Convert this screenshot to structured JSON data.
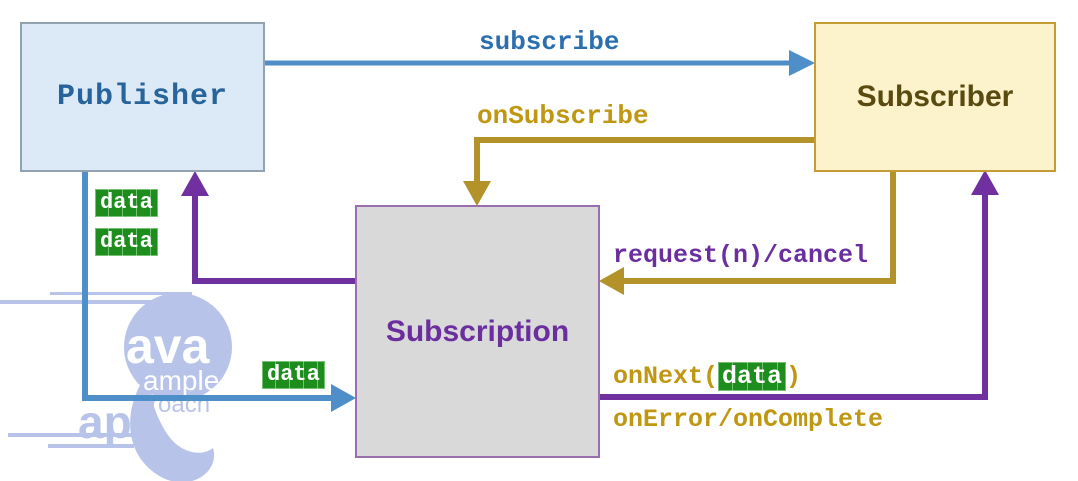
{
  "diagram": {
    "nodes": {
      "publisher": {
        "label": "Publisher"
      },
      "subscriber": {
        "label": "Subscriber"
      },
      "subscription": {
        "label": "Subscription"
      }
    },
    "edges": {
      "subscribe": {
        "label": "subscribe",
        "from": "publisher",
        "to": "subscriber",
        "color": "#4e8ec9"
      },
      "on_subscribe": {
        "label": "onSubscribe",
        "from": "subscriber",
        "to": "subscription",
        "color": "#b3922a"
      },
      "request_cancel": {
        "label": "request(n)/cancel",
        "from": "subscriber",
        "to": "subscription",
        "color": "#b3922a"
      },
      "publisher_callback": {
        "from": "subscription",
        "to": "publisher",
        "color": "#7030a0"
      },
      "on_next": {
        "label_prefix": "onNext(",
        "label_data": "data",
        "label_suffix": ")",
        "from": "subscription",
        "to": "subscriber",
        "color": "#7030a0"
      },
      "on_error_complete": {
        "label": "onError/onComplete",
        "color": "#bf9712"
      },
      "data_flow": {
        "from": "publisher",
        "to": "subscription",
        "color": "#4e8ec9"
      }
    },
    "data_badges": [
      "data",
      "data",
      "data"
    ],
    "watermark": {
      "ava": "ava",
      "ample": "ample",
      "app": "app",
      "roach": "roach"
    },
    "colors": {
      "publisher_fill": "#dce9f6",
      "publisher_border": "#91a3b0",
      "publisher_text": "#27649c",
      "subscriber_fill": "#fcf3cd",
      "subscriber_border": "#c49b34",
      "subscriber_text": "#594a10",
      "subscription_fill": "#d9d9d9",
      "subscription_border": "#9a6fb0",
      "subscription_text": "#6b2e9e",
      "arrow_blue": "#4e8ec9",
      "arrow_gold": "#b3922a",
      "arrow_purple": "#7030a0",
      "badge_green": "#1d8d1d",
      "label_blue": "#2c6fae",
      "label_gold": "#bf9712"
    }
  }
}
